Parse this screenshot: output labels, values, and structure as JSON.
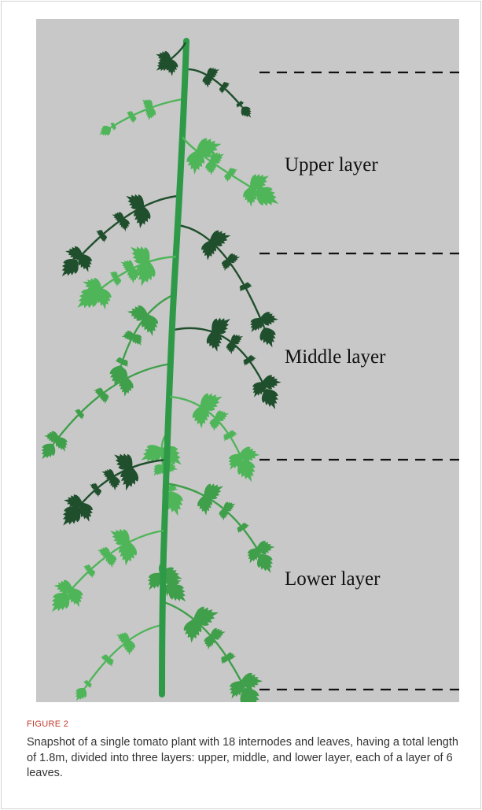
{
  "figure": {
    "labels": {
      "upper": "Upper layer",
      "middle": "Middle layer",
      "lower": "Lower layer"
    },
    "colors": {
      "background": "#c8c8c8",
      "stem": "#2e9a48",
      "leaf_light": "#4fb559",
      "leaf_mid": "#3f9f4a",
      "leaf_dark": "#1f4f2c",
      "divider": "#111111"
    }
  },
  "caption": {
    "title": "FIGURE 2",
    "text": "Snapshot of a single tomato plant with 18 internodes and leaves, having a total length of 1.8m, divided into three layers: upper, middle, and lower layer, each of a layer of 6 leaves."
  }
}
